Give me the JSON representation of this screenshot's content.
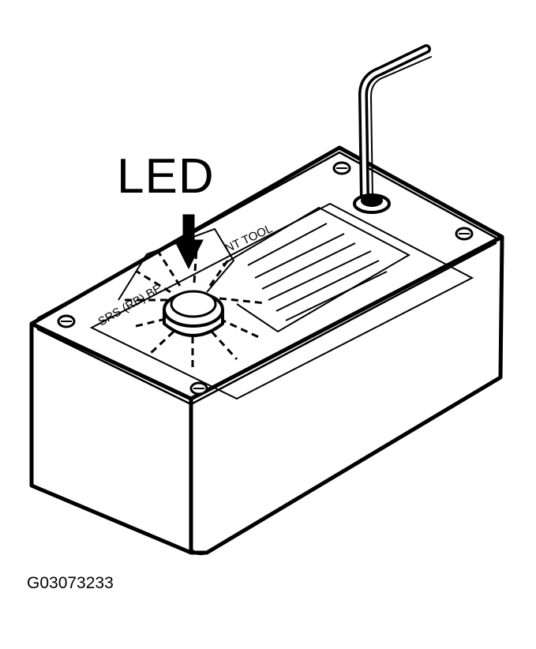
{
  "figure": {
    "callout_label": "LED",
    "figure_id": "G03073233",
    "label_text_left": "SRS (RB) BE",
    "label_text_right": "NT TOOL"
  },
  "colors": {
    "ink": "#000000",
    "paper": "#ffffff"
  },
  "icons": {
    "callout_arrow": "arrow-down-icon"
  }
}
